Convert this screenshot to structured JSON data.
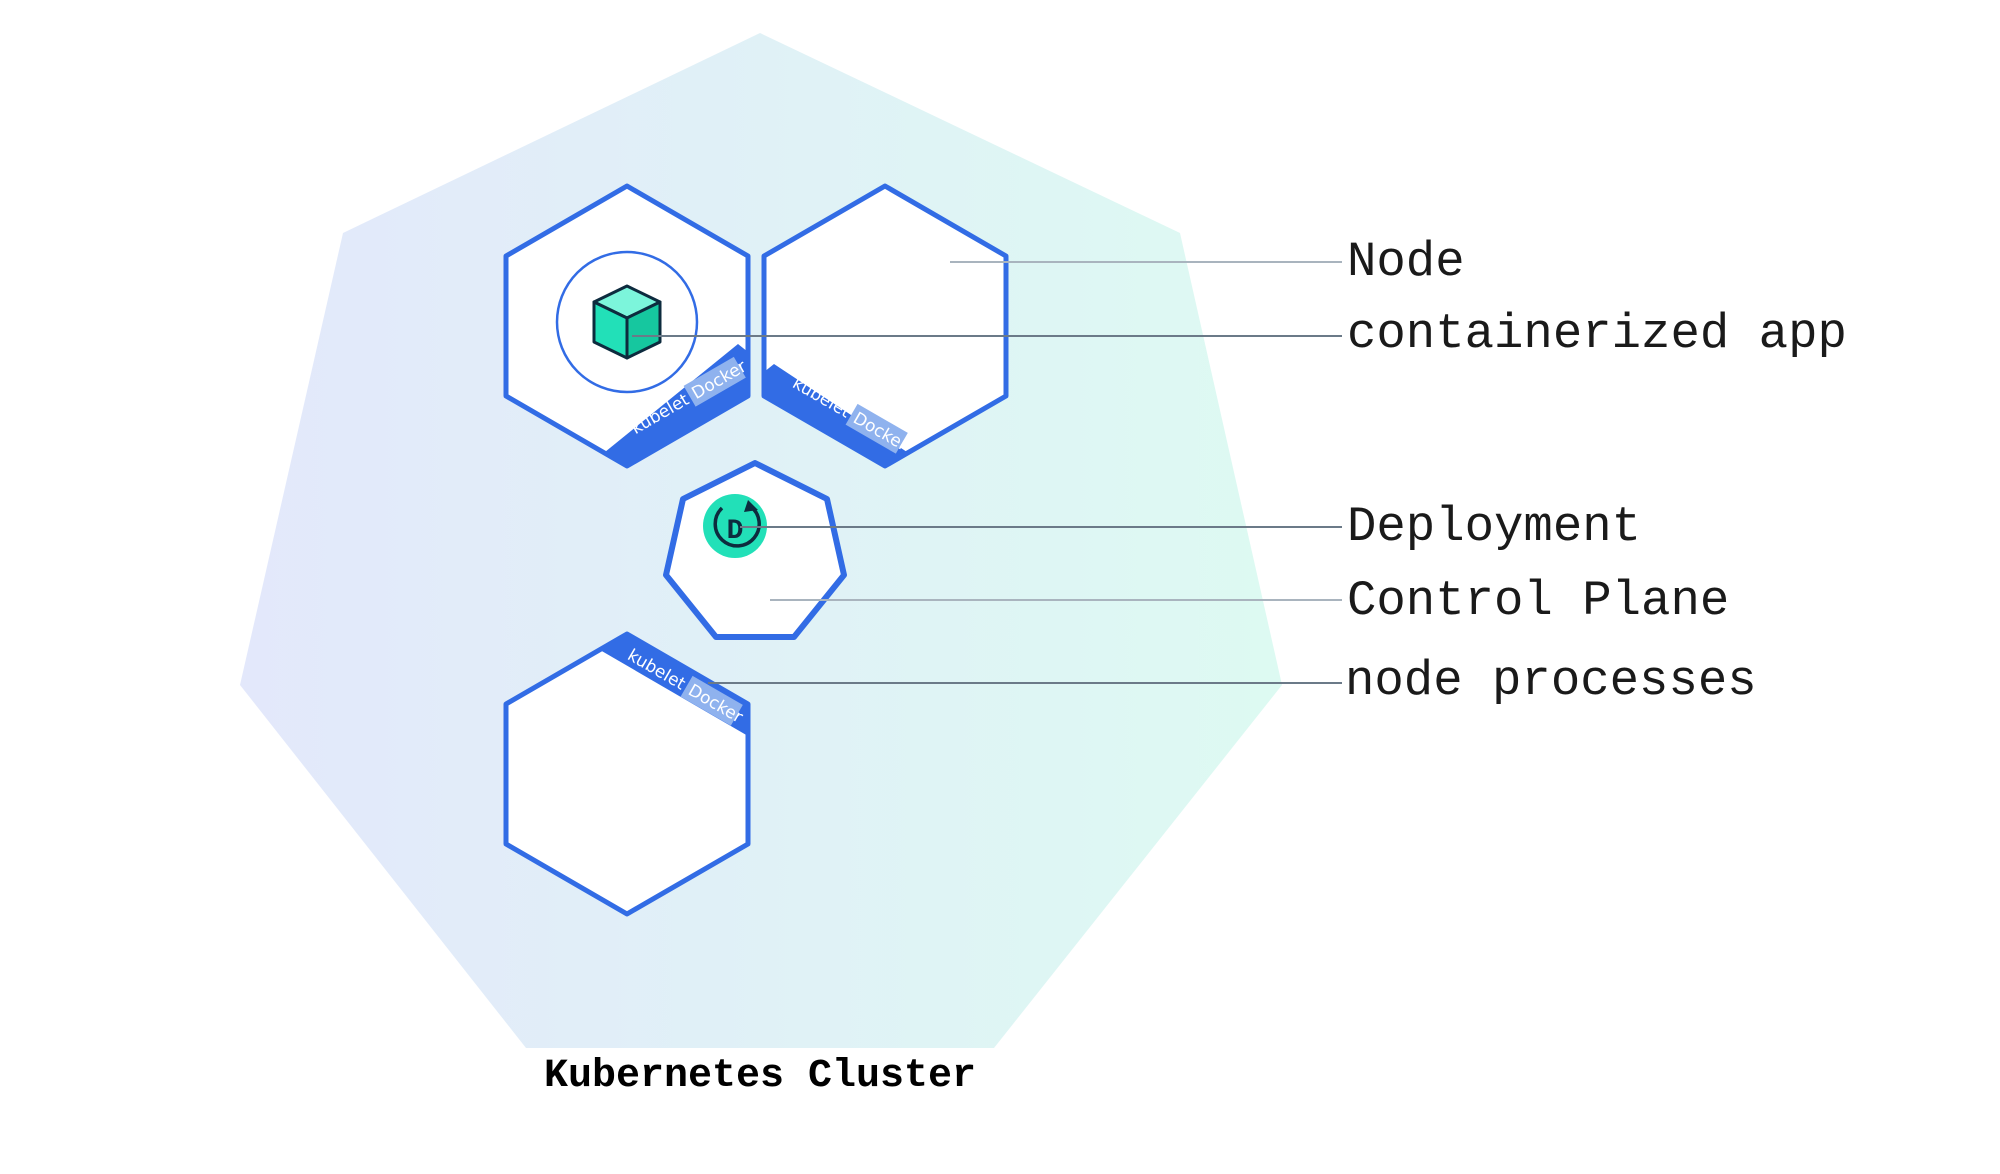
{
  "title": "Kubernetes Cluster",
  "labels": {
    "node": "Node",
    "containerized_app": "containerized app",
    "deployment": "Deployment",
    "control_plane": "Control Plane",
    "node_processes": "node processes"
  },
  "node_tags": {
    "kubelet": "kubelet",
    "docker": "Docker"
  },
  "deployment_icon_letter": "D",
  "colors": {
    "node_outline": "#326ce5",
    "app_cube": "#22e0b8",
    "gradient_left": "#e3e9fb",
    "gradient_right": "#dffbf3",
    "tag_highlight": "#8fb2ee"
  }
}
